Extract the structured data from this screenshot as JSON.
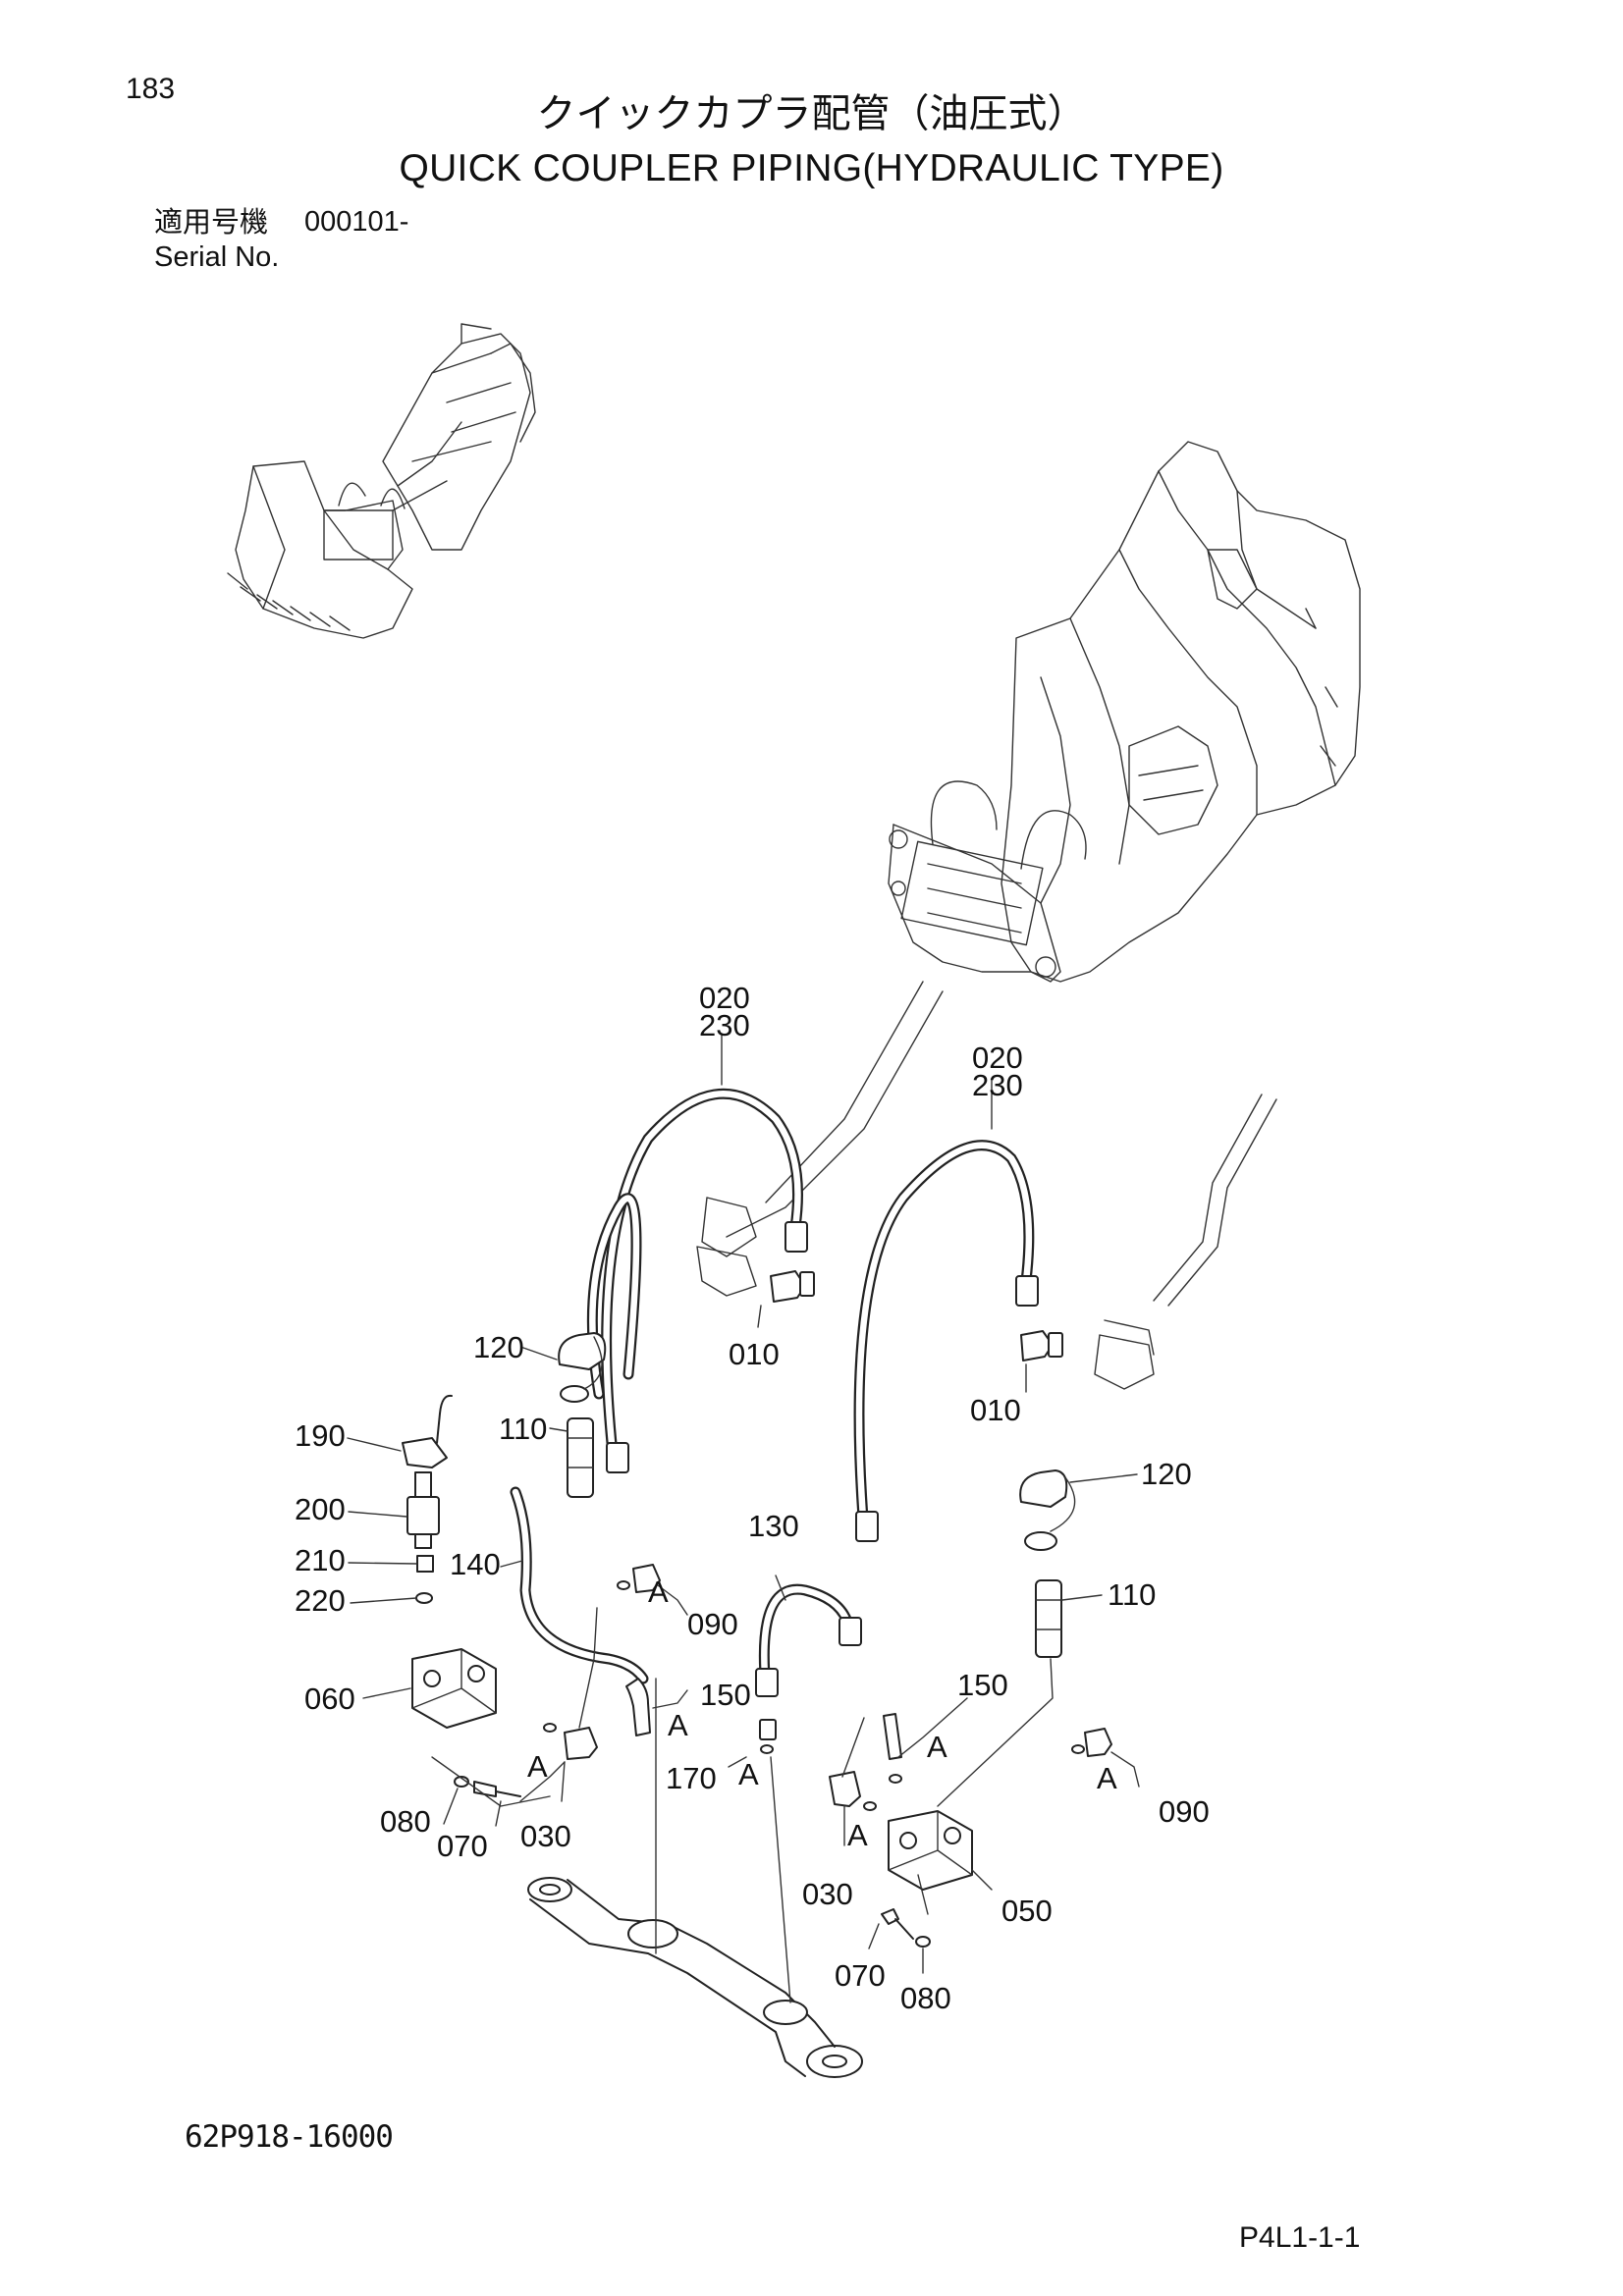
{
  "header": {
    "page_number": "183",
    "title_japanese": "クイックカプラ配管（油圧式）",
    "title_english": "QUICK COUPLER PIPING(HYDRAULIC TYPE)",
    "serial_label_japanese": "適用号機",
    "serial_value": "000101-",
    "serial_label_english": "Serial No."
  },
  "footer": {
    "drawing_number": "62P918-16000",
    "sheet_number": "P4L1-1-1"
  },
  "callouts": {
    "hose_left_code_1": "020",
    "hose_left_code_2": "230",
    "hose_right_code_1": "020",
    "hose_right_code_2": "230",
    "adapter_left": "010",
    "adapter_right": "010",
    "cap_left": "120",
    "cap_right": "120",
    "coupler_left": "110",
    "coupler_right": "110",
    "elbow_190": "190",
    "valve_200": "200",
    "fitting_210": "210",
    "oring_220": "220",
    "pipe_140": "140",
    "hose_130": "130",
    "connector_090_left": "090",
    "connector_090_right": "090",
    "elbow_150_left": "150",
    "elbow_150_right": "150",
    "block_060": "060",
    "block_050": "050",
    "nipple_170": "170",
    "bolt_080_left": "080",
    "bolt_080_right": "080",
    "washer_070_left": "070",
    "washer_070_right": "070",
    "elbow_030_left": "030",
    "elbow_030_right": "030",
    "detail_marker": "A"
  }
}
